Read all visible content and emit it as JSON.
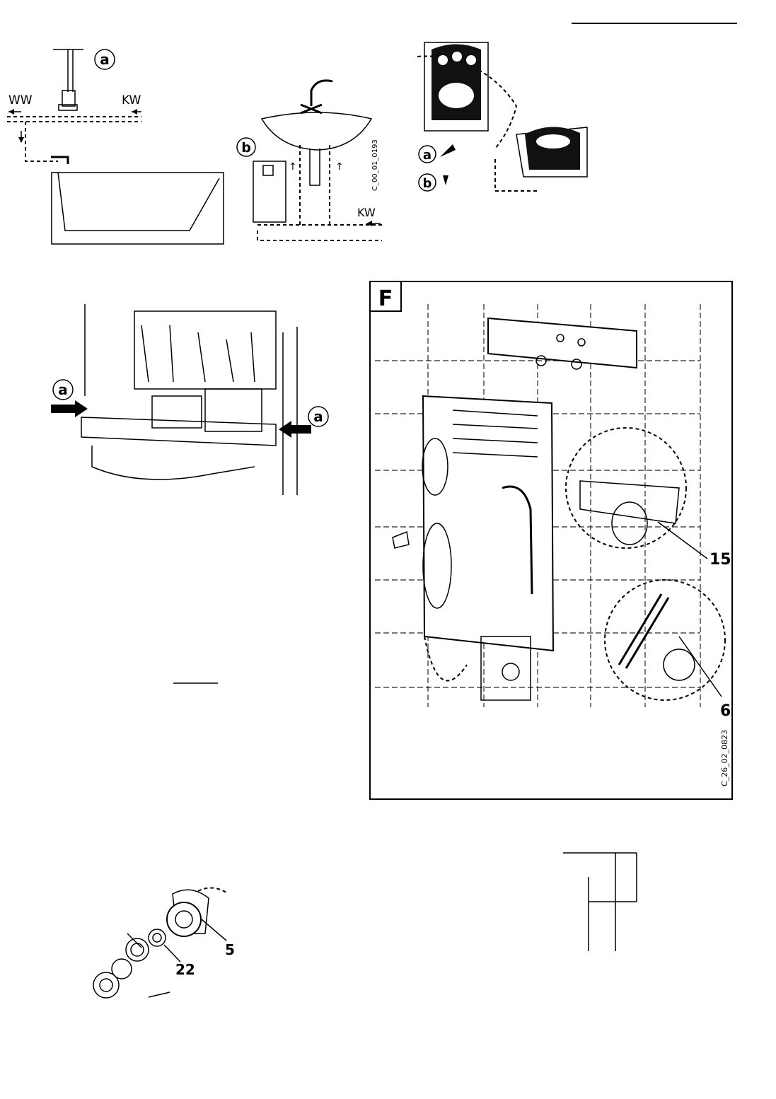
{
  "fig1": {
    "callout_a": "a",
    "label_ww": "WW",
    "label_kw": "KW"
  },
  "fig2": {
    "callout_b": "b",
    "label_kw": "KW",
    "code_vertical": "C_00_01_0193"
  },
  "fig3": {
    "callout_a": "a",
    "callout_b": "b"
  },
  "fig4": {
    "callout_a_left": "a",
    "callout_a_right": "a"
  },
  "figF": {
    "figure_letter": "F",
    "callout_15": "15",
    "callout_6": "6",
    "code_vertical": "C_26_02_0823"
  },
  "fig5": {
    "callout_5": "5",
    "callout_22": "22"
  },
  "icons": [
    "arrow-icon",
    "faucet-icon",
    "water-heater-icon"
  ]
}
